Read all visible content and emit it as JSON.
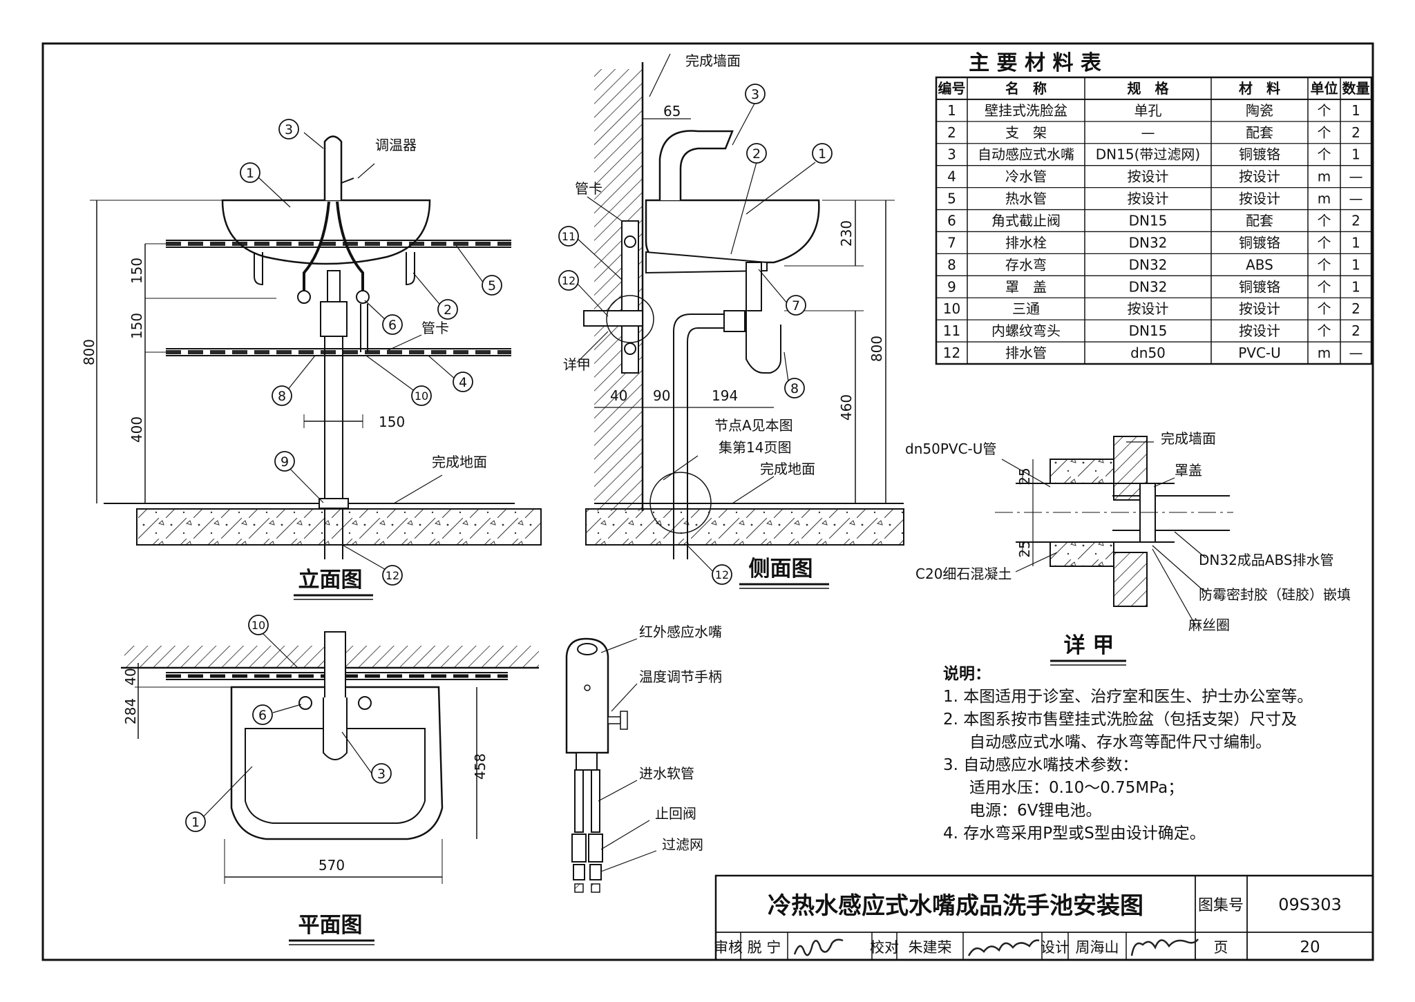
{
  "views": {
    "elevation": "立面图",
    "side": "侧面图",
    "plan": "平面图",
    "detail_a": "详 甲"
  },
  "labels": {
    "finished_wall": "完成墙面",
    "finished_floor": "完成地面",
    "thermostat": "调温器",
    "pipe_clip": "管卡",
    "detail_ref": "详甲",
    "node_note_1": "节点A见本图",
    "node_note_2": "集第14页图",
    "ir_faucet": "红外感应水嘴",
    "temp_handle": "温度调节手柄",
    "inlet_hose": "进水软管",
    "check_valve": "止回阀",
    "filter": "过滤网",
    "pvc_pipe": "dn50PVC-U管",
    "cover": "罩盖",
    "abs_pipe": "DN32成品ABS排水管",
    "concrete": "C20细石混凝土",
    "sealant": "防霉密封胶（硅胶）嵌填",
    "hemp_ring": "麻丝圈"
  },
  "dimensions": {
    "e_total": "800",
    "e_150a": "150",
    "e_150b": "150",
    "e_400": "400",
    "e_150c": "150",
    "s_65": "65",
    "s_230": "230",
    "s_800": "800",
    "s_460": "460",
    "s_40": "40",
    "s_90": "90",
    "s_194": "194",
    "p_40": "40",
    "p_284": "284",
    "p_458": "458",
    "p_570": "570",
    "d_25a": "25",
    "d_25b": "25"
  },
  "callouts": [
    "1",
    "2",
    "3",
    "4",
    "5",
    "6",
    "7",
    "8",
    "9",
    "10",
    "11",
    "12"
  ],
  "materials": {
    "title": "主 要 材 料 表",
    "headers": [
      "编号",
      "名　称",
      "规　格",
      "材　料",
      "单位",
      "数量"
    ],
    "rows": [
      [
        "1",
        "壁挂式洗脸盆",
        "单孔",
        "陶瓷",
        "个",
        "1"
      ],
      [
        "2",
        "支　架",
        "—",
        "配套",
        "个",
        "2"
      ],
      [
        "3",
        "自动感应式水嘴",
        "DN15(带过滤网)",
        "铜镀铬",
        "个",
        "1"
      ],
      [
        "4",
        "冷水管",
        "按设计",
        "按设计",
        "m",
        "—"
      ],
      [
        "5",
        "热水管",
        "按设计",
        "按设计",
        "m",
        "—"
      ],
      [
        "6",
        "角式截止阀",
        "DN15",
        "配套",
        "个",
        "2"
      ],
      [
        "7",
        "排水栓",
        "DN32",
        "铜镀铬",
        "个",
        "1"
      ],
      [
        "8",
        "存水弯",
        "DN32",
        "ABS",
        "个",
        "1"
      ],
      [
        "9",
        "罩　盖",
        "DN32",
        "铜镀铬",
        "个",
        "1"
      ],
      [
        "10",
        "三通",
        "按设计",
        "按设计",
        "个",
        "2"
      ],
      [
        "11",
        "内螺纹弯头",
        "DN15",
        "按设计",
        "个",
        "2"
      ],
      [
        "12",
        "排水管",
        "dn50",
        "PVC-U",
        "m",
        "—"
      ]
    ]
  },
  "notes": {
    "heading": "说明：",
    "items": [
      "1. 本图适用于诊室、治疗室和医生、护士办公室等。",
      "2. 本图系按市售壁挂式洗脸盆（包括支架）尺寸及",
      "自动感应式水嘴、存水弯等配件尺寸编制。",
      "3. 自动感应水嘴技术参数：",
      "适用水压：0.10～0.75MPa；",
      "电源：6V锂电池。",
      "4. 存水弯采用P型或S型由设计确定。"
    ]
  },
  "title_block": {
    "title": "冷热水感应式水嘴成品洗手池安装图",
    "set_label": "图集号",
    "set_no": "09S303",
    "review_label": "审核",
    "reviewer": "脱 宁",
    "check_label": "校对",
    "checker": "朱建荣",
    "design_label": "设计",
    "designer": "周海山",
    "page_label": "页",
    "page_no": "20"
  }
}
